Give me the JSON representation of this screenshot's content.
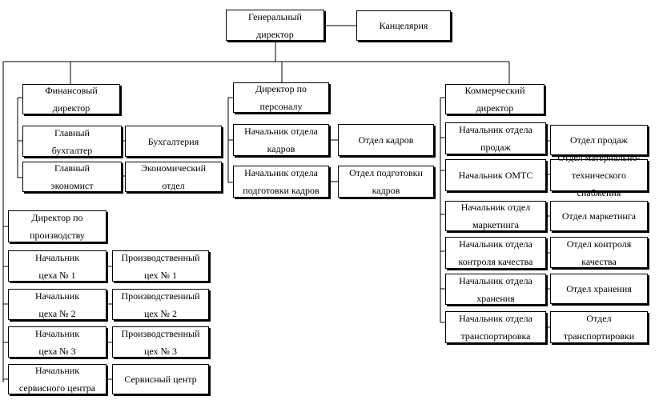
{
  "nodes": {
    "general_director": "Генеральный\nдиректор",
    "chancellery": "Канцелярия",
    "finance_director": "Финансовый\nдиректор",
    "chief_accountant": "Главный\nбухгалтер",
    "accounting": "Бухгалтерия",
    "chief_economist": "Главный\nэкономист",
    "economic_department": "Экономический\nотдел",
    "hr_director": "Директор по\nперсоналу",
    "hr_head": "Начальник отдела\nкадров",
    "hr_department": "Отдел кадров",
    "training_head": "Начальник отдела\nподготовки кадров",
    "training_department": "Отдел подготовки\nкадров",
    "commercial_director": "Коммерческий\nдиректор",
    "sales_head": "Начальник отдела\nпродаж",
    "sales_department": "Отдел продаж",
    "omts_head": "Начальник ОМТС",
    "omts_department": "Отдел материально-\nтехнического снабжения",
    "marketing_head": "Начальник отдел\nмаркетинга",
    "marketing_department": "Отдел маркетинга",
    "quality_head": "Начальник отдела\nконтроля качества",
    "quality_department": "Отдел контроля\nкачества",
    "storage_head": "Начальник отдела\nхранения",
    "storage_department": "Отдел хранения",
    "transport_head": "Начальник отдела\nтранспортировка",
    "transport_department": "Отдел\nтранспортировки",
    "production_director": "Директор по\nпроизводству",
    "shop1_head": "Начальник\nцеха № 1",
    "shop1": "Производственный\nцех № 1",
    "shop2_head": "Начальник\nцеха № 2",
    "shop2": "Производственный\nцех № 2",
    "shop3_head": "Начальник\nцеха № 3",
    "shop3": "Производственный\nцех № 3",
    "service_head": "Начальник\nсервисного центра",
    "service_center": "Сервисный центр"
  }
}
